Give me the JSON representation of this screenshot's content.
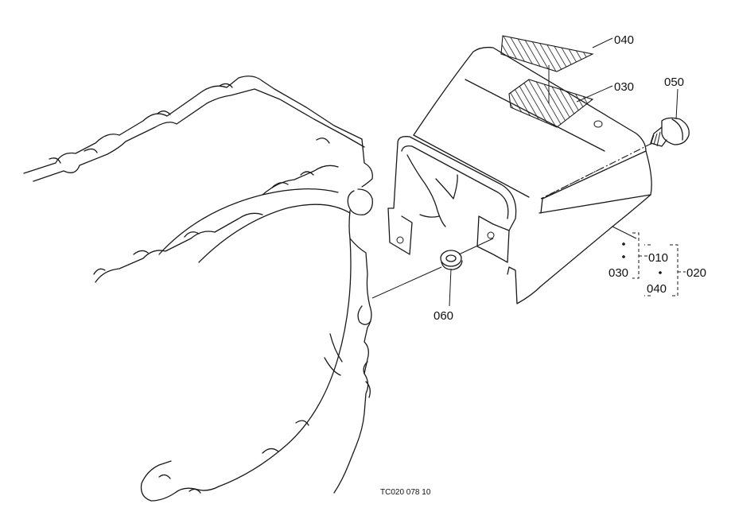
{
  "callouts": {
    "c040_top": "040",
    "c030_top": "030",
    "c050": "050",
    "c060": "060",
    "c010": "010",
    "c020": "020",
    "c030_group": "030",
    "c040_group": "040"
  },
  "drawing_code": "TC020  078  10"
}
